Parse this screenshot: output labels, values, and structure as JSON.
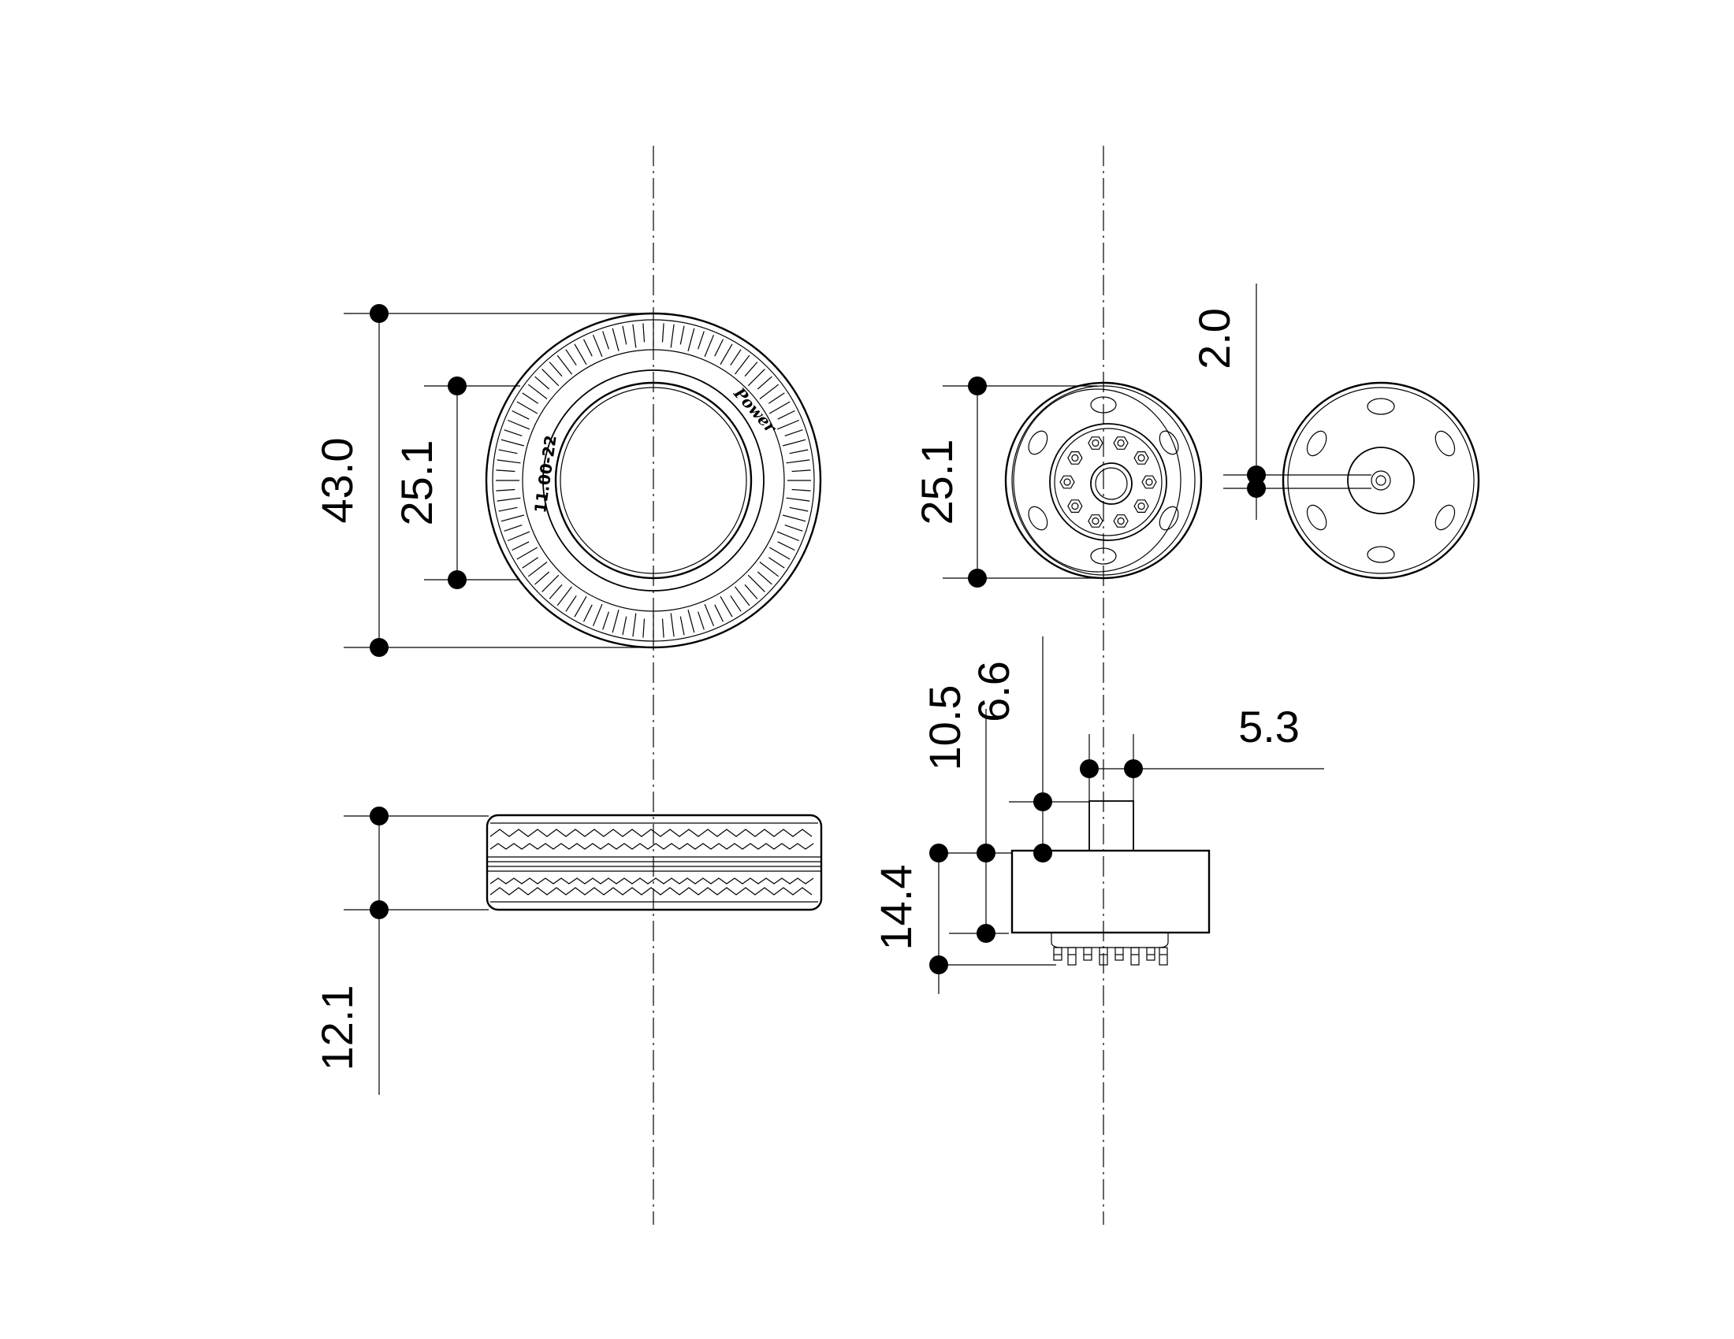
{
  "dimensions": {
    "tire_outer_diameter": "43.0",
    "tire_inner_diameter": "25.1",
    "tire_width": "12.1",
    "wheel_diameter": "25.1",
    "hub_offset": "2.0",
    "rim_height": "10.5",
    "rim_step": "6.6",
    "axle_width": "5.3",
    "wheel_total_width": "14.4"
  },
  "tire_markings": {
    "size": "11.00-22",
    "brand": "Power"
  }
}
